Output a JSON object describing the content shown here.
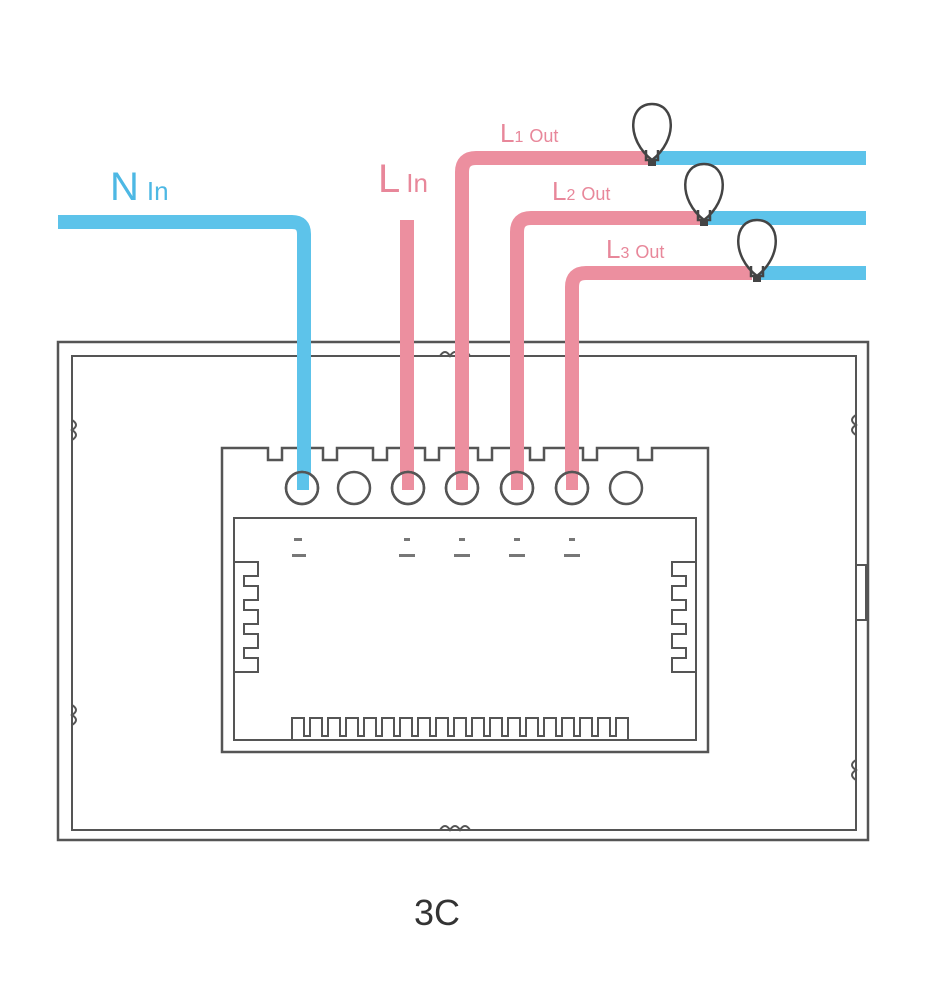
{
  "labels": {
    "neutral_in": {
      "main": "N",
      "sub": "In"
    },
    "live_in": {
      "main": "L",
      "sub": "In"
    },
    "l1_out": {
      "main": "L",
      "num": "1",
      "sub": "Out"
    },
    "l2_out": {
      "main": "L",
      "num": "2",
      "sub": "Out"
    },
    "l3_out": {
      "main": "L",
      "num": "3",
      "sub": "Out"
    }
  },
  "caption": "3C",
  "colors": {
    "neutral_wire": "#5dc3ea",
    "live_wire": "#ec8f9f",
    "outline": "#555555",
    "neutral_text": "#4db8e4",
    "live_text": "#e8879a"
  }
}
